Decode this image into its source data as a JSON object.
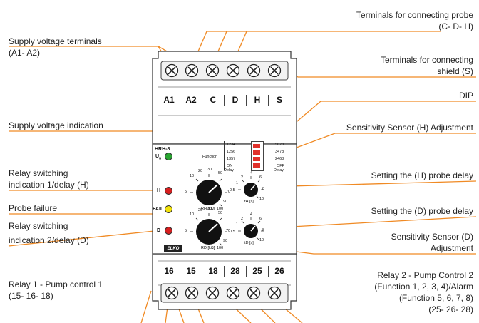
{
  "labels": {
    "probe_terminals": "Terminals for connecting probe",
    "probe_terminals_sub": "(C- D- H)",
    "supply_terminals": "Supply voltage terminals",
    "supply_terminals_sub": "(A1- A2)",
    "shield_terminals": "Terminals for connecting",
    "shield_terminals_sub": "shield (S)",
    "dip": "DIP",
    "supply_indication": "Supply voltage indication",
    "sensitivity_h": "Sensitivity Sensor (H) Adjustment",
    "relay1_indication_1": "Relay switching",
    "relay1_indication_2": "indication 1/delay (H)",
    "h_delay": "Setting the (H) probe delay",
    "probe_failure": "Probe failure",
    "relay2_indication_1": "Relay switching",
    "relay2_indication_2": "indication 2/delay (D)",
    "d_delay": "Setting the (D) probe delay",
    "sensitivity_d_1": "Sensitivity Sensor (D)",
    "sensitivity_d_2": "Adjustment",
    "relay2_1": "Relay 2 - Pump Control 2",
    "relay2_2": "(Function 1, 2, 3, 4)/Alarm",
    "relay2_3": "(Function 5, 6, 7, 8)",
    "relay2_4": "(25- 26- 28)",
    "relay1_1": "Relay 1 - Pump control 1",
    "relay1_2": "(15- 16- 18)"
  },
  "device": {
    "model": "HRH-8",
    "top_terminals": [
      "A1",
      "A2",
      "C",
      "D",
      "H",
      "S"
    ],
    "bottom_terminals": [
      "16",
      "15",
      "18",
      "28",
      "25",
      "26"
    ],
    "led_un": "U",
    "led_un_sub": "n",
    "led_h": "H",
    "led_fail": "FAIL",
    "led_d": "D",
    "function_label": "Function",
    "functions_on": [
      "1234",
      "1256",
      "1357"
    ],
    "functions_off": [
      "5678",
      "3478",
      "2468"
    ],
    "on_delay": [
      "ON",
      "Delay"
    ],
    "off_delay": [
      "OFF",
      "Delay"
    ],
    "rh_label": "RH [kΩ]",
    "rd_label": "RD [kΩ]",
    "th_label": "tH [s]",
    "td_label": "tD [s]",
    "knob_scale": [
      "5",
      "10",
      "20",
      "30",
      "50",
      "70",
      "90",
      "100"
    ],
    "time_scale": [
      "0,5",
      "1",
      "2",
      "4",
      "6",
      "8",
      "10"
    ],
    "brand": "ELKO"
  },
  "colors": {
    "led_green": "#2aa632",
    "led_red": "#d81e1e",
    "led_yellow": "#f2e20a",
    "line_orange": "#f08a24",
    "dip_red": "#e0302a"
  }
}
